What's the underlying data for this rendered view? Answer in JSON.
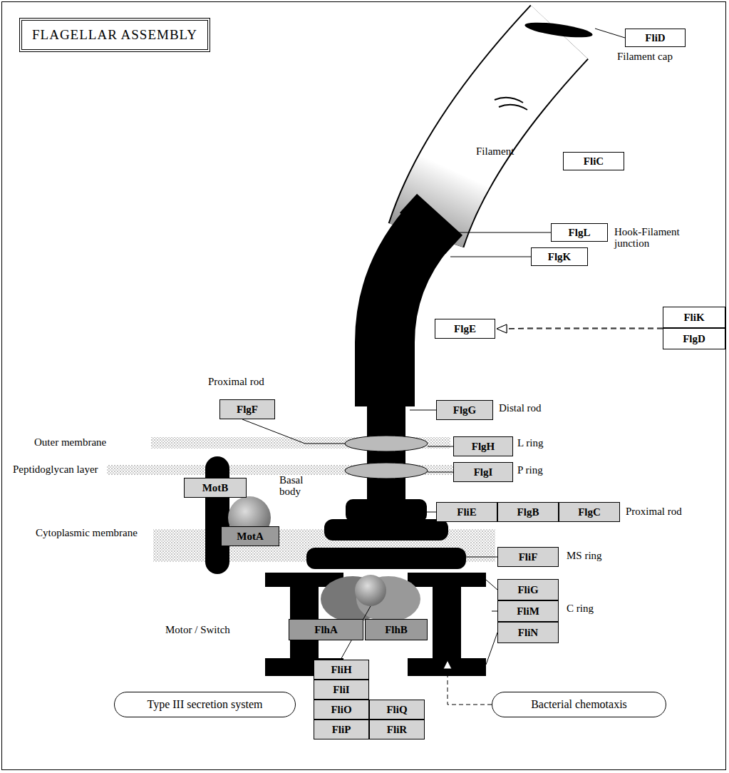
{
  "diagram": {
    "title": "FLAGELLAR ASSEMBLY",
    "nodes": [
      {
        "text": [
          "FliD"
        ]
      },
      {
        "text": [
          "FliC"
        ]
      },
      {
        "text": [
          "FlgL"
        ]
      },
      {
        "text": [
          "FlgK"
        ]
      },
      {
        "text": [
          "FlgE"
        ]
      },
      {
        "text": [
          "FliK"
        ]
      },
      {
        "text": [
          "FlgD"
        ]
      },
      {
        "text": [
          "FlgF"
        ]
      },
      {
        "text": [
          "FlgG"
        ]
      },
      {
        "text": [
          "FlgH"
        ]
      },
      {
        "text": [
          "FlgI"
        ]
      },
      {
        "text": [
          "MotB"
        ]
      },
      {
        "text": [
          "MotA"
        ]
      },
      {
        "text": [
          "FliE"
        ]
      },
      {
        "text": [
          "FlgB"
        ]
      },
      {
        "text": [
          "FlgC"
        ]
      },
      {
        "text": [
          "FliF"
        ]
      },
      {
        "text": [
          "FliG"
        ]
      },
      {
        "text": [
          "FliM"
        ]
      },
      {
        "text": [
          "FliN"
        ]
      },
      {
        "text": [
          "FlhA"
        ]
      },
      {
        "text": [
          "FlhB"
        ]
      },
      {
        "text": [
          "FliH"
        ]
      },
      {
        "text": [
          "FliI"
        ]
      },
      {
        "text": [
          "FliO"
        ]
      },
      {
        "text": [
          "FliQ"
        ]
      },
      {
        "text": [
          "FliP"
        ]
      },
      {
        "text": [
          "FliR"
        ]
      },
      {
        "text": [
          "Type III secretion system"
        ]
      },
      {
        "text": [
          "Bacterial chemotaxis"
        ]
      }
    ],
    "edges": [
      {
        "from": 5,
        "to": 4,
        "arrow": "to"
      },
      {
        "from": 6,
        "to": 4,
        "arrow": "to"
      }
    ],
    "labels": [
      "Filament cap",
      "Filament",
      "Hook-Filament junction",
      "Proximal rod",
      "Distal rod",
      "L ring",
      "P ring",
      "Outer membrane",
      "Peptidoglycan layer",
      "Basal body",
      "Proximal rod",
      "MS ring",
      "Cytoplasmic membrane",
      "C ring",
      "Motor / Switch"
    ]
  }
}
